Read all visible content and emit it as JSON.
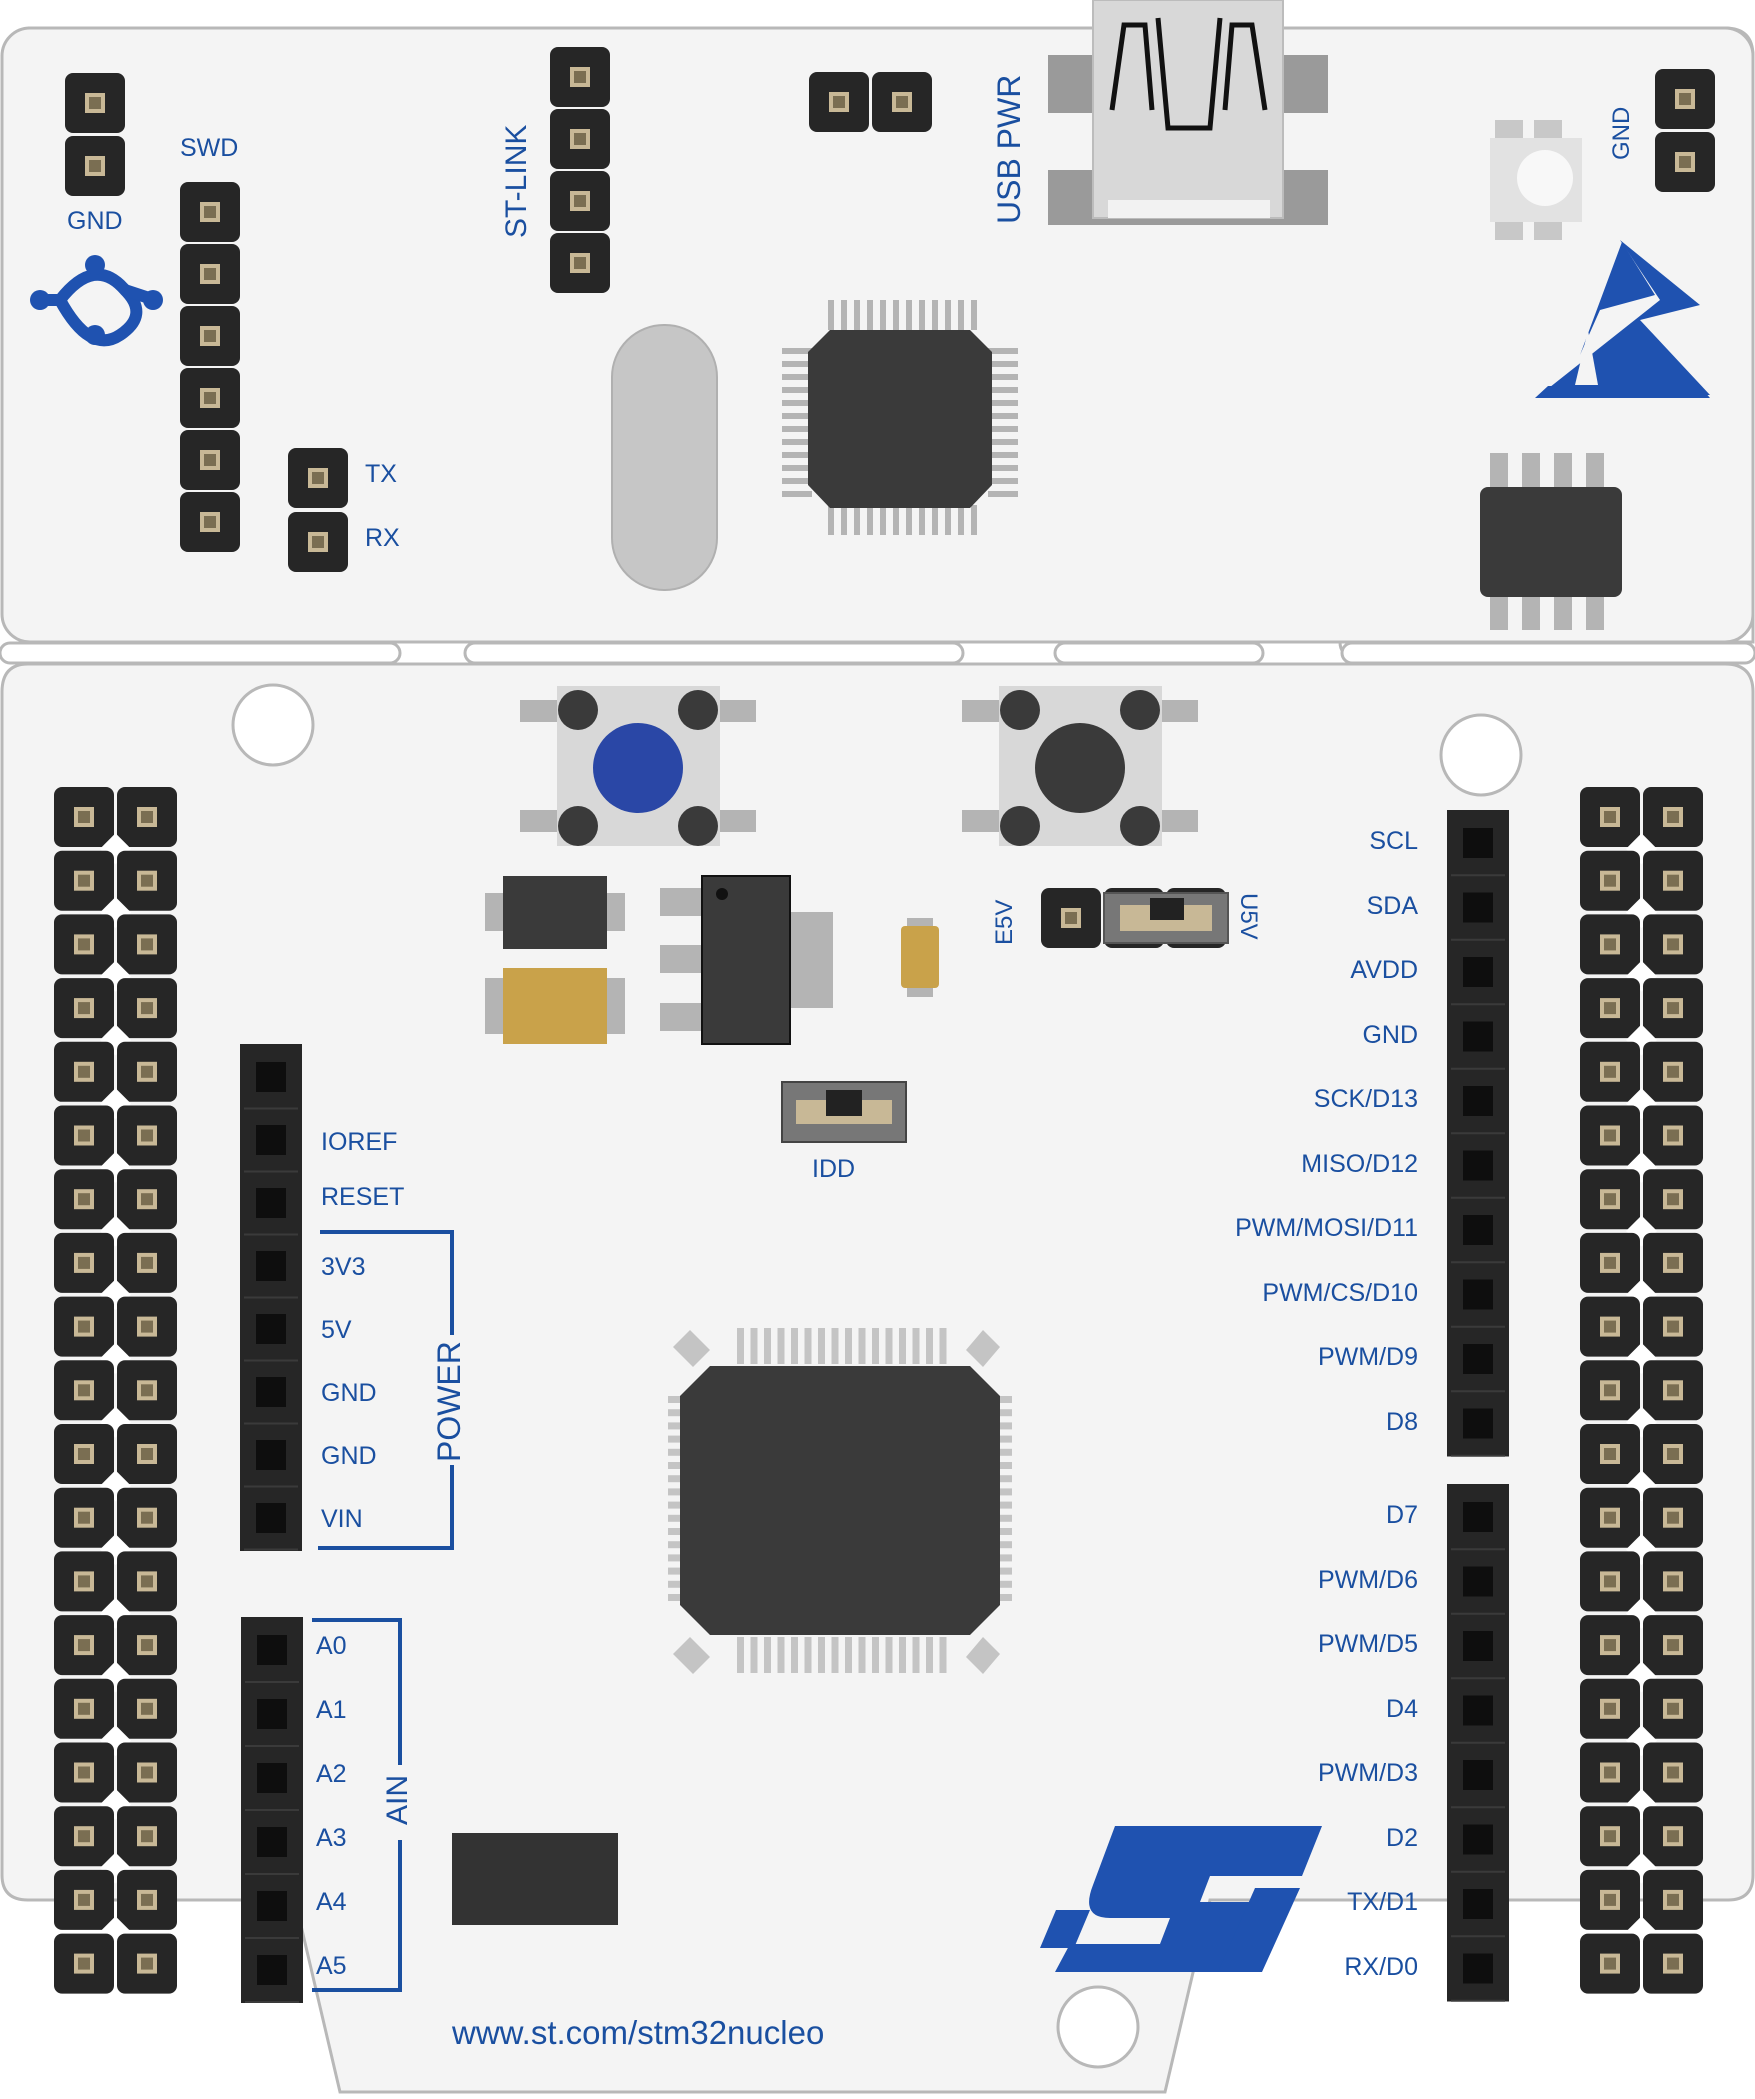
{
  "colors": {
    "board": "#f4f4f4",
    "outline": "#b8b8b8",
    "label": "#1a4fa0",
    "header": "#262626",
    "pin": "#c8b896",
    "chip": "#3a3a3a",
    "st_blue": "#1f52b0",
    "capacitor": "#c9a24a"
  },
  "top": {
    "gnd_left": "GND",
    "swd": "SWD",
    "st_link": "ST-LINK",
    "usb_pwr": "USB PWR",
    "gnd_right": "GND",
    "tx": "TX",
    "rx": "RX"
  },
  "middle": {
    "e5v": "E5V",
    "u5v": "U5V",
    "idd": "IDD"
  },
  "power_header": {
    "labels": [
      "IOREF",
      "RESET",
      "3V3",
      "5V",
      "GND",
      "GND",
      "VIN"
    ],
    "group_label": "POWER"
  },
  "ain_header": {
    "labels": [
      "A0",
      "A1",
      "A2",
      "A3",
      "A4",
      "A5"
    ],
    "group_label": "AIN"
  },
  "right_header_top": {
    "labels": [
      "SCL",
      "SDA",
      "AVDD",
      "GND",
      "SCK/D13",
      "MISO/D12",
      "PWM/MOSI/D11",
      "PWM/CS/D10",
      "PWM/D9",
      "D8"
    ]
  },
  "right_header_bottom": {
    "labels": [
      "D7",
      "PWM/D6",
      "PWM/D5",
      "D4",
      "PWM/D3",
      "D2",
      "TX/D1",
      "RX/D0"
    ]
  },
  "url": "www.st.com/stm32nucleo",
  "icons": [
    "nucleo-logo-icon",
    "esd-warning-icon",
    "st-logo-icon"
  ]
}
